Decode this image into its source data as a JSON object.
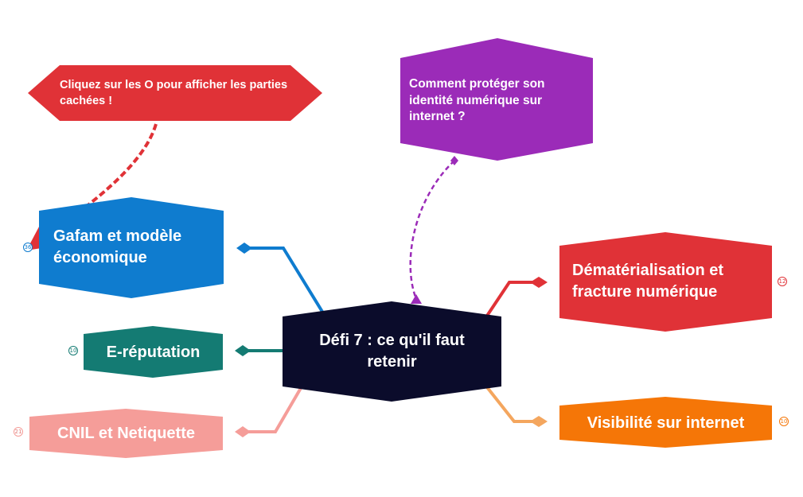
{
  "colors": {
    "central": "#0b0c2b",
    "hint": "#e03237",
    "question": "#9b2bb8",
    "gafam": "#0f7ccf",
    "ereputation": "#147b73",
    "cnil": "#f59d99",
    "dematerialisation": "#e03237",
    "visibilite": "#f57607"
  },
  "central": {
    "text": "Défi 7 : ce qu'il faut retenir"
  },
  "notes": {
    "hint": "Cliquez sur les O pour afficher les parties cachées !",
    "question": "Comment protéger son identité numérique sur internet ?"
  },
  "branches": {
    "gafam": {
      "label": "Gafam et modèle économique",
      "count": "36"
    },
    "ereputation": {
      "label": "E-réputation",
      "count": "10"
    },
    "cnil": {
      "label": "CNIL et Netiquette",
      "count": "21"
    },
    "dematerialisation": {
      "label": "Dématérialisation et fracture numérique",
      "count": "12"
    },
    "visibilite": {
      "label": "Visibilité sur internet",
      "count": "10"
    }
  }
}
